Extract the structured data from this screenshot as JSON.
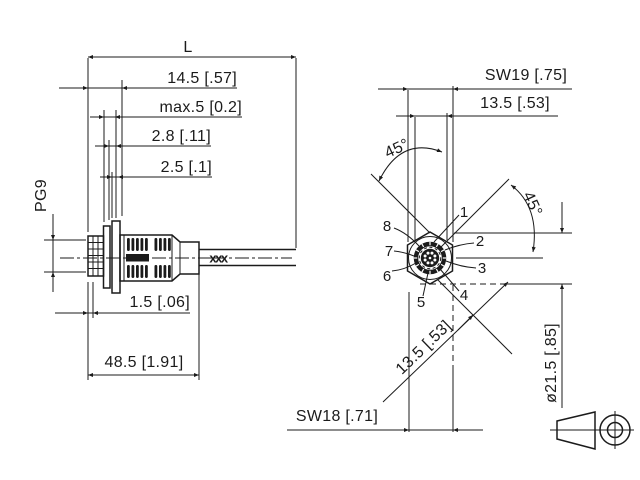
{
  "drawing": {
    "side_view": {
      "dims": {
        "length": "L",
        "d14_5": "14.5 [.57]",
        "dmax5": "max.5 [0.2]",
        "d2_8": "2.8 [.11]",
        "d2_5": "2.5 [.1]",
        "thread": "PG9",
        "d1_5": "1.5 [.06]",
        "d48_5": "48.5 [1.91]"
      },
      "cable_marking": "xxx"
    },
    "face_view": {
      "dims": {
        "sw19": "SW19 [.75]",
        "d13_5_top": "13.5 [.53]",
        "angle_left": "45°",
        "angle_right": "45°",
        "d13_5_diag": "13.5 [.53]",
        "sw18": "SW18 [.71]",
        "dia21_5": "ø21.5 [.85]"
      },
      "pins": [
        "1",
        "2",
        "3",
        "4",
        "5",
        "6",
        "7",
        "8"
      ]
    },
    "colors": {
      "line": "#1b1b1b",
      "background": "#ffffff"
    }
  }
}
